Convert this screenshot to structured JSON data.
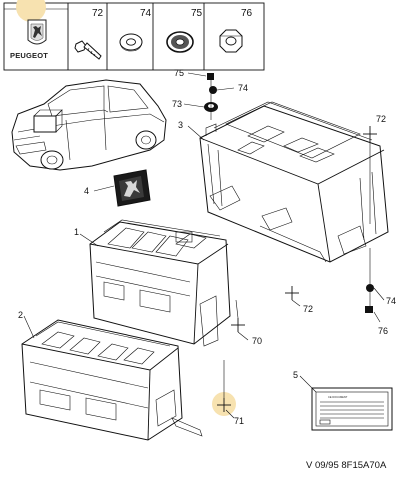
{
  "brand": {
    "name": "PEUGEOT"
  },
  "header": {
    "cells": [
      {
        "number": "72",
        "icon": "bolt-icon"
      },
      {
        "number": "74",
        "icon": "washer-icon"
      },
      {
        "number": "75",
        "icon": "grommet-icon"
      },
      {
        "number": "76",
        "icon": "nut-icon"
      }
    ]
  },
  "callouts": {
    "c1": "1",
    "c2": "2",
    "c3": "3",
    "c4": "4",
    "c5": "5",
    "c70": "70",
    "c71": "71",
    "c72a": "72",
    "c72b": "72",
    "c73": "73",
    "c74a": "74",
    "c74b": "74",
    "c75": "75",
    "c76": "76"
  },
  "footer": {
    "reference": "V 09/95 8F15A70A"
  },
  "colors": {
    "highlight": "#f7e2b0",
    "ink": "#111111"
  }
}
